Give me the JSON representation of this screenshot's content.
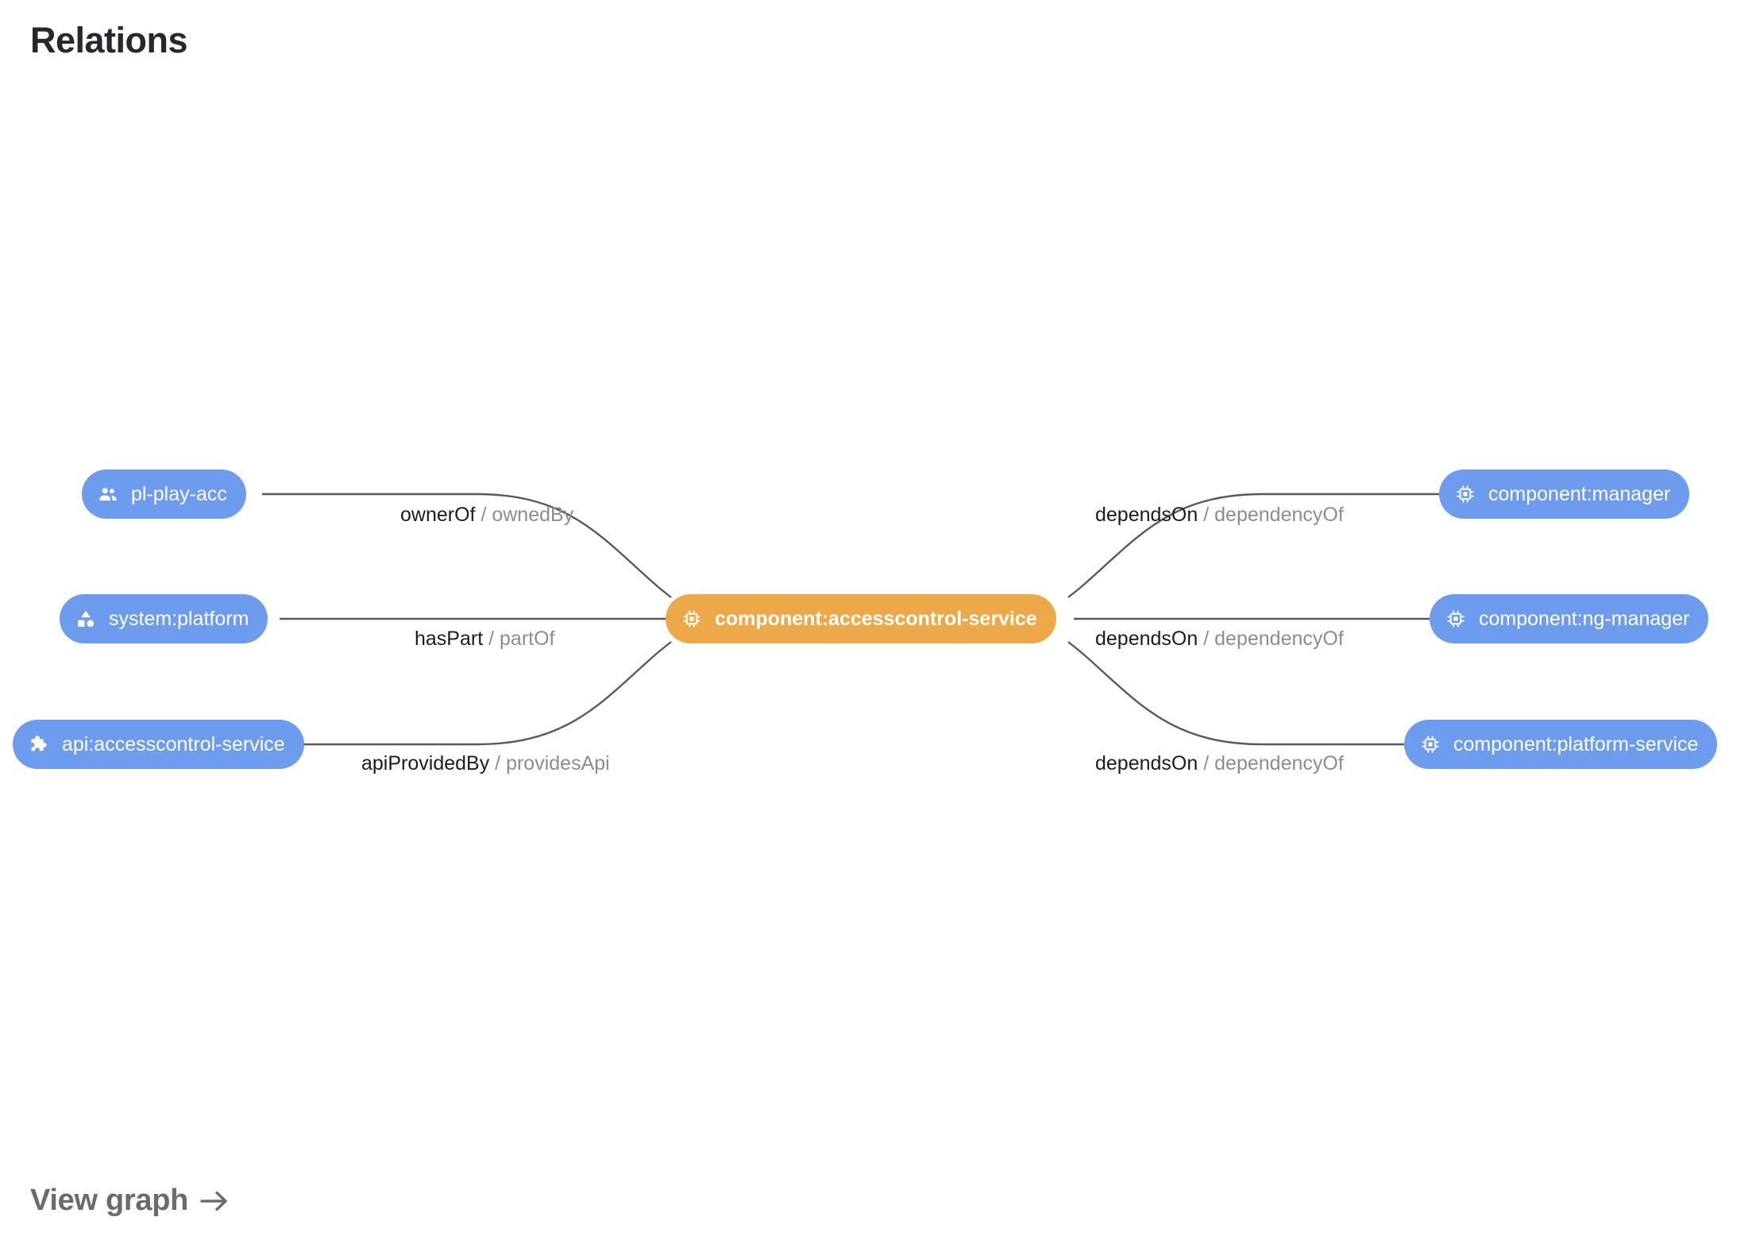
{
  "header": {
    "title": "Relations"
  },
  "footer": {
    "view_graph_label": "View graph",
    "arrow_icon": "arrow-right-icon"
  },
  "colors": {
    "node_blue": "#6d9bee",
    "node_orange": "#eda949",
    "edge_stroke": "#595959",
    "label_primary": "#1c1c1c",
    "label_secondary": "#8d8d8d",
    "title": "#24292f",
    "background": "#ffffff"
  },
  "graph": {
    "center_node": {
      "id": "component:accesscontrol-service",
      "label": "component:accesscontrol-service",
      "icon": "chip-icon",
      "kind": "component",
      "highlight": true
    },
    "left_nodes": [
      {
        "id": "pl-play-acc",
        "label": "pl-play-acc",
        "icon": "group-icon",
        "kind": "group"
      },
      {
        "id": "system:platform",
        "label": "system:platform",
        "icon": "category-icon",
        "kind": "system"
      },
      {
        "id": "api:accesscontrol-service",
        "label": "api:accesscontrol-service",
        "icon": "puzzle-icon",
        "kind": "api"
      }
    ],
    "right_nodes": [
      {
        "id": "component:manager",
        "label": "component:manager",
        "icon": "chip-icon",
        "kind": "component"
      },
      {
        "id": "component:ng-manager",
        "label": "component:ng-manager",
        "icon": "chip-icon",
        "kind": "component"
      },
      {
        "id": "component:platform-service",
        "label": "component:platform-service",
        "icon": "chip-icon",
        "kind": "component"
      }
    ],
    "edges": [
      {
        "source": "pl-play-acc",
        "target": "component:accesscontrol-service",
        "forward": "ownerOf",
        "separator": "/",
        "reverse": "ownedBy"
      },
      {
        "source": "system:platform",
        "target": "component:accesscontrol-service",
        "forward": "hasPart",
        "separator": "/",
        "reverse": "partOf"
      },
      {
        "source": "api:accesscontrol-service",
        "target": "component:accesscontrol-service",
        "forward": "apiProvidedBy",
        "separator": "/",
        "reverse": "providesApi"
      },
      {
        "source": "component:accesscontrol-service",
        "target": "component:manager",
        "forward": "dependsOn",
        "separator": "/",
        "reverse": "dependencyOf"
      },
      {
        "source": "component:accesscontrol-service",
        "target": "component:ng-manager",
        "forward": "dependsOn",
        "separator": "/",
        "reverse": "dependencyOf"
      },
      {
        "source": "component:accesscontrol-service",
        "target": "component:platform-service",
        "forward": "dependsOn",
        "separator": "/",
        "reverse": "dependencyOf"
      }
    ]
  }
}
